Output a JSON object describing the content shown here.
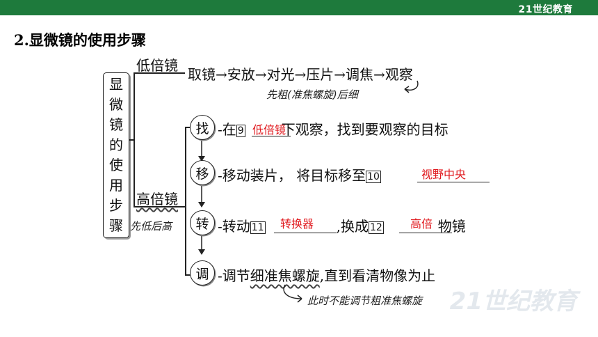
{
  "header": {
    "logo_text": "21世纪教育",
    "bar_color": "#1e7a3c"
  },
  "title": "2.显微镜的使用步骤",
  "root_chars": [
    "显",
    "微",
    "镜",
    "的",
    "使",
    "用",
    "步",
    "骤"
  ],
  "low": {
    "label": "低倍镜",
    "flow": "取镜→安放→对光→压片→调焦→观察",
    "note": "先粗(准焦螺旋)后细"
  },
  "high": {
    "label": "高倍镜",
    "note": "先低后高",
    "steps": [
      {
        "char": "找",
        "prefix": "-在",
        "num": "9",
        "answer": "低倍镜",
        "suffix": "下观察，找到要观察的目标"
      },
      {
        "char": "移",
        "prefix": "-移动装片， 将目标移至",
        "num": "10",
        "answer": "视野中央",
        "suffix": ""
      },
      {
        "char": "转",
        "prefix": "-转动",
        "num": "11",
        "answer": "转换器",
        "middle": ",换成",
        "num2": "12",
        "answer2": "高倍",
        "suffix": "物镜"
      },
      {
        "char": "调",
        "prefix": "-调节",
        "wavy": "细准焦螺旋",
        "suffix": ",直到看清物像为止"
      }
    ],
    "bottom_note": "此时不能调节粗准焦螺旋"
  },
  "watermark": "21世纪教育",
  "answer_color": "#e0191e"
}
